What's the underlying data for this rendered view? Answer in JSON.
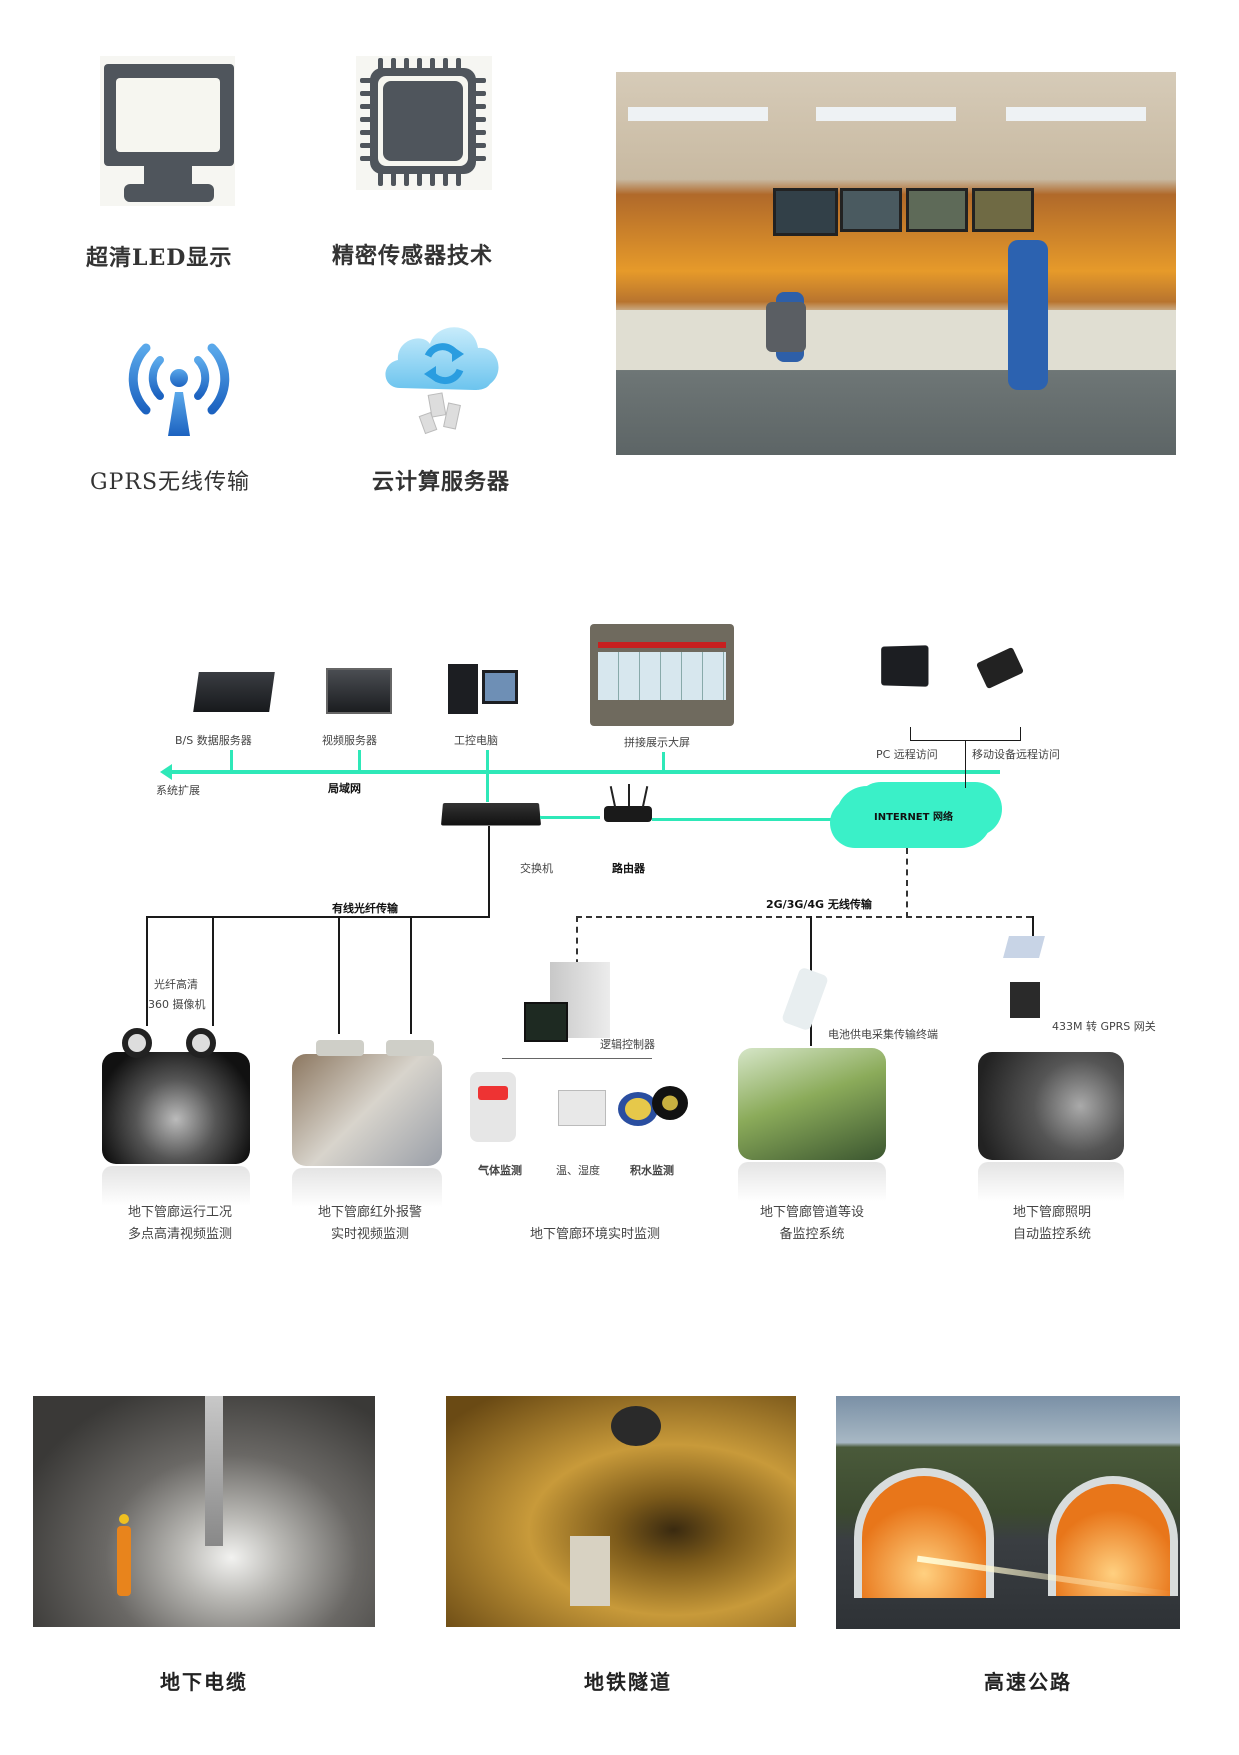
{
  "features": [
    {
      "icon": "monitor-icon",
      "label": "超清LED显示"
    },
    {
      "icon": "chip-icon",
      "label": "精密传感器技术"
    },
    {
      "icon": "wireless-antenna-icon",
      "label": "GPRS无线传输"
    },
    {
      "icon": "cloud-sync-icon",
      "label": "云计算服务器"
    }
  ],
  "hero_photo": {
    "subject": "control-room"
  },
  "diagram": {
    "colors": {
      "lan_line": "#2ee8b8",
      "internet_cloud": "#3af0c8",
      "wire": "#1a1a1a"
    },
    "top_devices": [
      {
        "label": "B/S 数据服务器"
      },
      {
        "label": "视频服务器"
      },
      {
        "label": "工控电脑"
      },
      {
        "label": "拼接展示大屏"
      }
    ],
    "lan": {
      "expand_label": "系统扩展",
      "lan_label": "局域网"
    },
    "switch_label": "交换机",
    "router_label": "路由器",
    "internet_label": "INTERNET 网络",
    "remote": {
      "pc_label": "PC 远程访问",
      "mobile_label": "移动设备远程访问"
    },
    "wired_label": "有线光纤传输",
    "wireless_label": "2G/3G/4G 无线传输",
    "camera_label": [
      "光纤高清",
      "360 摄像机"
    ],
    "controller_label": "逻辑控制器",
    "sensors": [
      {
        "label": "气体监测"
      },
      {
        "label": "温、湿度"
      },
      {
        "label": "积水监测"
      }
    ],
    "terminal_label": "电池供电采集传输终端",
    "gateway_label": "433M 转 GPRS 网关",
    "systems": [
      {
        "line1": "地下管廊运行工况",
        "line2": "多点高清视频监测"
      },
      {
        "line1": "地下管廊红外报警",
        "line2": "实时视频监测"
      },
      {
        "line1": "地下管廊环境实时监测",
        "line2": ""
      },
      {
        "line1": "地下管廊管道等设",
        "line2": "备监控系统"
      },
      {
        "line1": "地下管廊照明",
        "line2": "自动监控系统"
      }
    ]
  },
  "applications": [
    {
      "label": "地下电缆"
    },
    {
      "label": "地铁隧道"
    },
    {
      "label": "高速公路"
    }
  ]
}
